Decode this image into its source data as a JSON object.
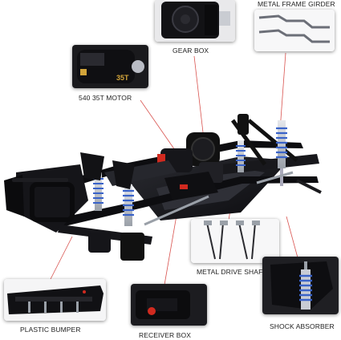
{
  "labels": {
    "gear_box": "GEAR BOX",
    "metal_frame_girder": "METAL FRAME GIRDER",
    "motor": "540 35T MOTOR",
    "motor_text": "35T",
    "metal_drive_shaft": "METAL DRIVE SHAFT",
    "plastic_bumper": "PLASTIC BUMPER",
    "receiver_box": "RECEIVER BOX",
    "shock_absorber": "SHOCK ABSORBER"
  },
  "colors": {
    "chassis": "#15151a",
    "frame_rail": "#0d0d10",
    "shock_spring": "#3a63c9",
    "shock_body": "#c8ccd4",
    "accent_red": "#d12a1f",
    "leader_line": "#d9534f",
    "girder": "#6c6f78"
  }
}
